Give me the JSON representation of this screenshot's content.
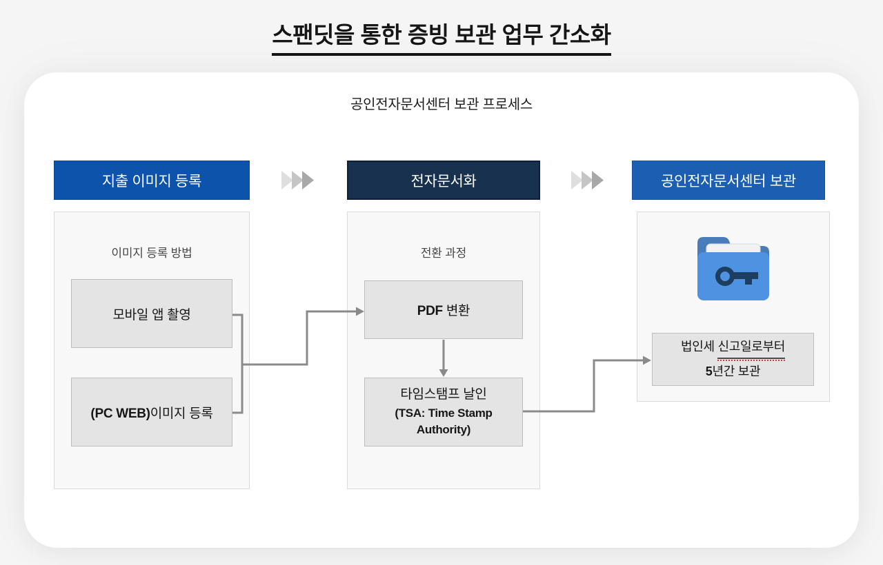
{
  "title": "스팬딧을 통한 증빙 보관 업무 간소화",
  "subtitle": "공인전자문서센터 보관 프로세스",
  "col1": {
    "header": "지출 이미지 등록",
    "label": "이미지 등록 방법",
    "box1": "모바일 앱 촬영",
    "box2_bold": "(PC WEB)",
    "box2_rest": "이미지 등록"
  },
  "col2": {
    "header": "전자문서화",
    "label": "전환 과정",
    "box1_bold": "PDF",
    "box1_rest": " 변환",
    "box2_line1": "타임스탬프 날인",
    "box2_line2": "(TSA: Time Stamp",
    "box2_line3": "Authority)"
  },
  "col3": {
    "header": "공인전자문서센터 보관",
    "box_line1_prefix": "법인세 ",
    "box_line1_marked": "신고일로부터",
    "box_line2_bold": "5",
    "box_line2_rest": "년간 보관"
  },
  "icons": {
    "chevron": "triple-chevron-right-icon",
    "folder": "folder-key-icon"
  },
  "colors": {
    "header_blue_left": "#0d53ab",
    "header_navy": "#18314f",
    "header_blue_right": "#1b5eb2",
    "panel_bg": "#f8f8f8",
    "box_bg": "#e4e4e4",
    "connector_gray": "#8a8a8a",
    "spellcheck_red": "#d23b3b",
    "folder_front_blue": "#4e92e2",
    "folder_back_blue": "#4a7cba",
    "key_navy": "#1e3e61"
  }
}
